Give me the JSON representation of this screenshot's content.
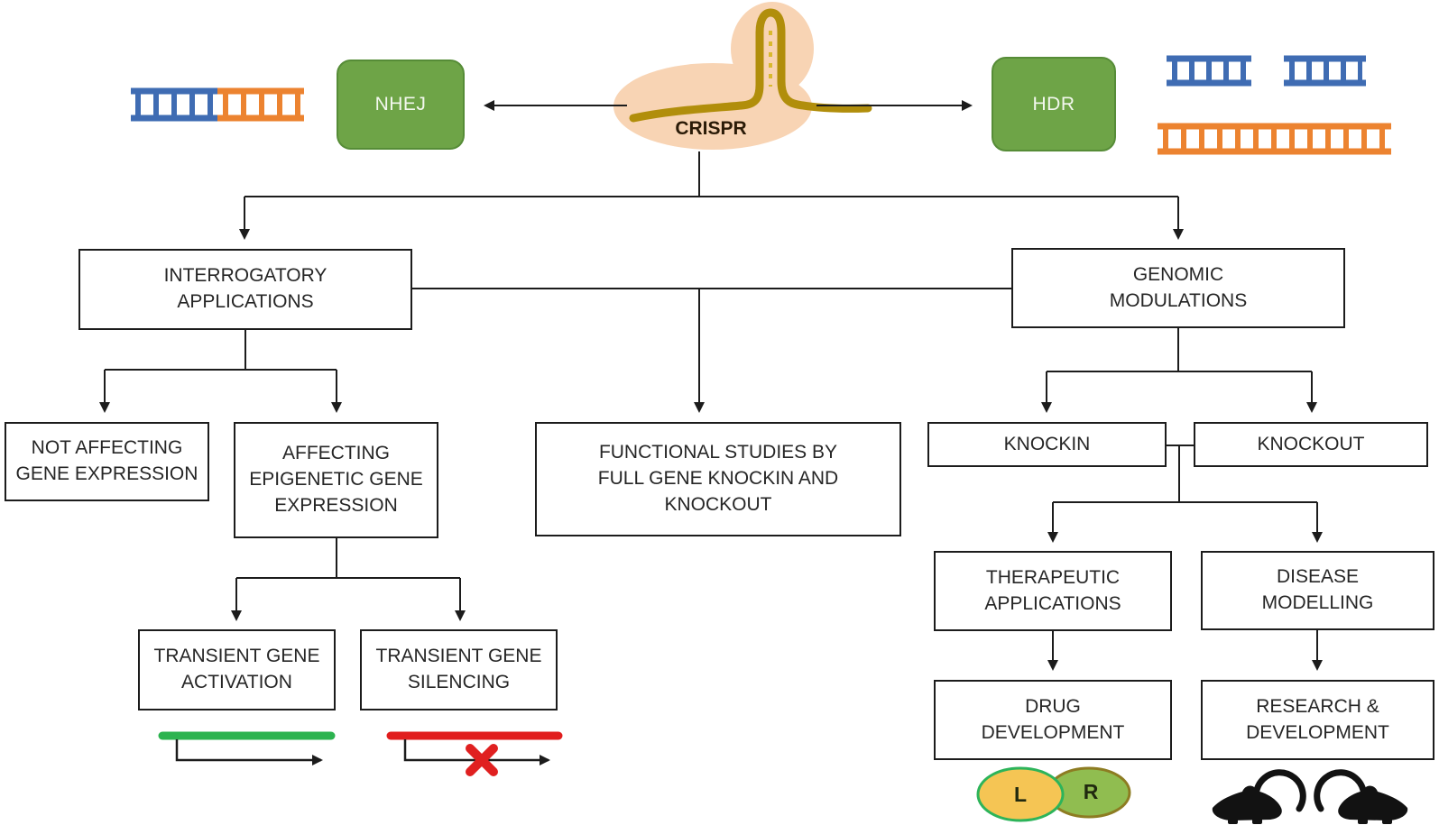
{
  "diagram": {
    "center": {
      "label": "CRISPR"
    },
    "pathways": {
      "nhej": {
        "label": "NHEJ"
      },
      "hdr": {
        "label": "HDR"
      }
    },
    "nodes": {
      "interrogatory": {
        "label": "INTERROGATORY\nAPPLICATIONS"
      },
      "genomic": {
        "label": "GENOMIC\nMODULATIONS"
      },
      "not_affecting": {
        "label": "NOT AFFECTING\nGENE EXPRESSION"
      },
      "affecting": {
        "label": "AFFECTING\nEPIGENETIC GENE\nEXPRESSION"
      },
      "functional": {
        "label": "FUNCTIONAL STUDIES BY\nFULL GENE KNOCKIN AND\nKNOCKOUT"
      },
      "knockin": {
        "label": "KNOCKIN"
      },
      "knockout": {
        "label": "KNOCKOUT"
      },
      "therapeutic": {
        "label": "THERAPEUTIC\nAPPLICATIONS"
      },
      "disease": {
        "label": "DISEASE\nMODELLING"
      },
      "drug": {
        "label": "DRUG\nDEVELOPMENT"
      },
      "research": {
        "label": "RESEARCH &\nDEVELOPMENT"
      },
      "activation": {
        "label": "TRANSIENT GENE\nACTIVATION"
      },
      "silencing": {
        "label": "TRANSIENT GENE\nSILENCING"
      }
    },
    "venn": {
      "left_label": "L",
      "right_label": "R"
    },
    "icons": {
      "dna_cleaved": "dna-cleaved-duplex-icon",
      "dna_donor_fragments": "dna-donor-fragments-icon",
      "cas9_blob": "cas9-crispr-blob-icon",
      "gene_activation": "gene-activation-arrow-icon",
      "gene_silencing": "gene-silencing-blocked-arrow-icon",
      "drug_venn": "drug-overlap-venn-icon",
      "mice": "laboratory-mice-icon"
    },
    "colors": {
      "pathway_box_green": "#6ea447",
      "dna_blue": "#3f6cb3",
      "dna_orange": "#ec8330",
      "cas9_blob_peach": "#f8d4b4",
      "grna_gold": "#b18e0b",
      "activation_green": "#2cb34f",
      "silencing_red": "#e11e1e",
      "venn_left_fill": "#f5c554",
      "venn_left_stroke": "#2db45a",
      "venn_right_fill": "#90bd50",
      "venn_right_stroke": "#8d7c22",
      "connector_black": "#1c1c1c"
    }
  }
}
